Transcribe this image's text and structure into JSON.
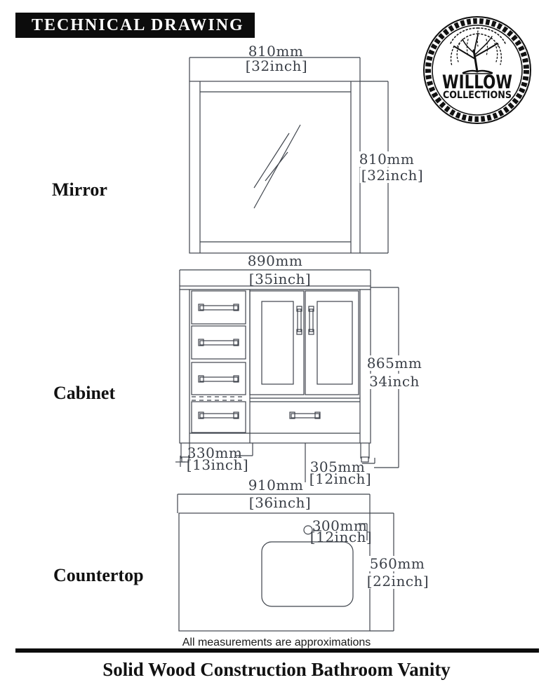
{
  "header": {
    "title": "TECHNICAL DRAWING"
  },
  "logo": {
    "brand": "WILLOW",
    "sub": "COLLECTIONS"
  },
  "sections": {
    "mirror": {
      "label": "Mirror",
      "width_mm": "810mm",
      "width_in": "[32inch]",
      "height_mm": "810mm",
      "height_in": "[32inch]"
    },
    "cabinet": {
      "label": "Cabinet",
      "width_mm": "890mm",
      "width_in": "[35inch]",
      "height_mm": "865mm",
      "height_in": "34inch",
      "left_offset_mm": "330mm",
      "left_offset_in": "[13inch]",
      "right_offset_mm": "305mm",
      "right_offset_in": "[12inch]"
    },
    "countertop": {
      "label": "Countertop",
      "width_mm": "910mm",
      "width_in": "[36inch]",
      "faucet_mm": "300mm",
      "faucet_in": "[12inch]",
      "depth_mm": "560mm",
      "depth_in": "[22inch]"
    }
  },
  "footer": {
    "note": "All measurements are approximations",
    "title": "Solid Wood Construction Bathroom Vanity"
  }
}
